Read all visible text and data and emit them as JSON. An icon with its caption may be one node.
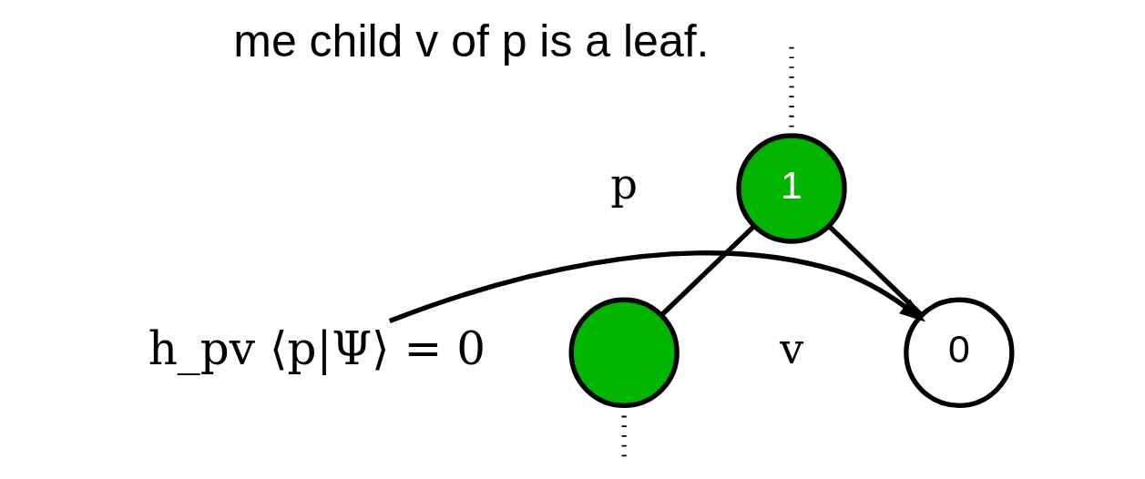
{
  "diagram": {
    "nodes": [
      {
        "text": [
          "h_pv ⟨p|Ψ⟩ = 0"
        ]
      },
      {
        "text": [
          "1"
        ],
        "beside": [
          "p"
        ]
      },
      {
        "text": [
          "0"
        ],
        "beside": [
          "v"
        ]
      },
      {
        "text": [],
        "shape": "circle"
      }
    ],
    "edges": [
      {
        "from": null,
        "to": 1,
        "arrow": "none",
        "style": "dashed"
      },
      {
        "from": 0,
        "to": 2,
        "arrow": "to"
      },
      {
        "from": 1,
        "to": 2,
        "arrow": "none"
      },
      {
        "from": 1,
        "to": 3,
        "arrow": "none"
      },
      {
        "from": 3,
        "to": null,
        "arrow": "none",
        "style": "dashed"
      }
    ],
    "labels": [
      "me child v of p is a leaf."
    ]
  }
}
